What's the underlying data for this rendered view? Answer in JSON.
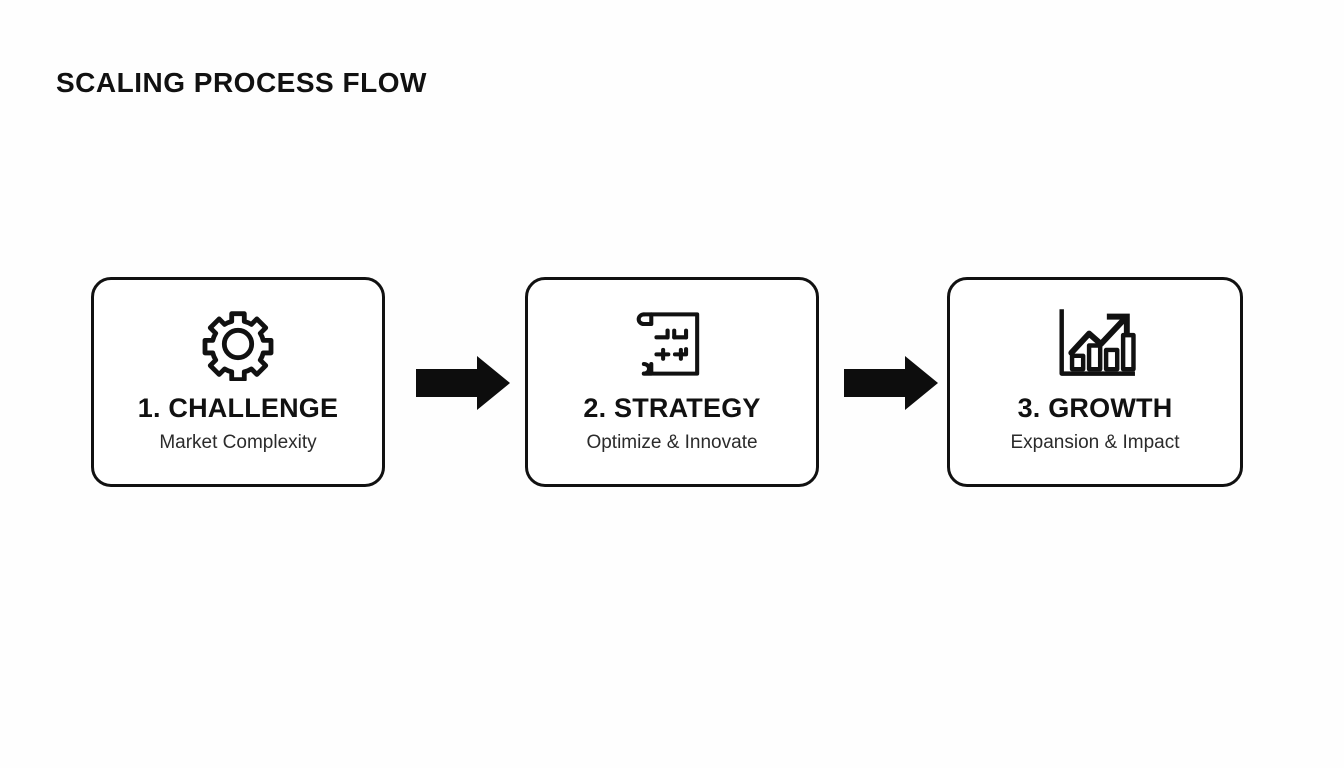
{
  "page": {
    "title": "SCALING PROCESS FLOW",
    "background_color": "#fefefe",
    "ink_color": "#111111"
  },
  "flow": {
    "steps": [
      {
        "icon": "gear-icon",
        "title": "1. CHALLENGE",
        "subtitle": "Market Complexity"
      },
      {
        "icon": "blueprint-icon",
        "title": "2. STRATEGY",
        "subtitle": "Optimize & Innovate"
      },
      {
        "icon": "growth-chart-icon",
        "title": "3. GROWTH",
        "subtitle": "Expansion & Impact"
      }
    ],
    "connectors": [
      {
        "icon": "arrow-right-icon"
      },
      {
        "icon": "arrow-right-icon"
      }
    ]
  }
}
